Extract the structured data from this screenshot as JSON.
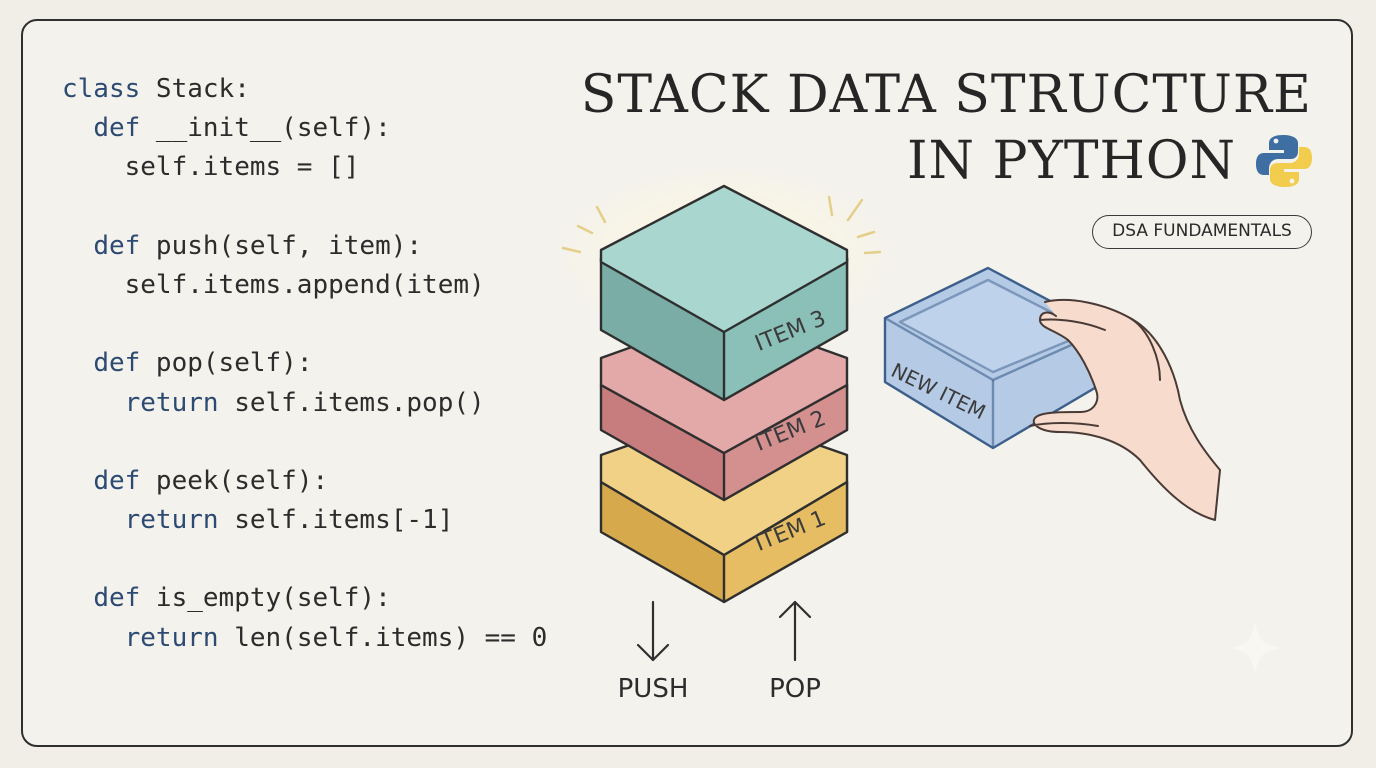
{
  "title": {
    "line1": "STACK DATA STRUCTURE",
    "line2": "IN PYTHON"
  },
  "badge": "DSA FUNDAMENTALS",
  "code": {
    "line1": {
      "kw": "class",
      "rest": " Stack:"
    },
    "line2": {
      "kw": "def",
      "rest": " __init__(self):"
    },
    "line3": {
      "text": "self.items = []"
    },
    "line4": {
      "kw": "def",
      "rest": " push(self, item):"
    },
    "line5": {
      "text": "self.items.append(item)"
    },
    "line6": {
      "kw": "def",
      "rest": " pop(self):"
    },
    "line7": {
      "kw": "return",
      "rest": " self.items.pop()"
    },
    "line8": {
      "kw": "def",
      "rest": " peek(self):"
    },
    "line9": {
      "kw": "return",
      "rest": " self.items[-1]"
    },
    "line10": {
      "kw": "def",
      "rest": " is_empty(self):"
    },
    "line11": {
      "kw": "return",
      "rest": " len(self.items) == 0"
    }
  },
  "stack_items": {
    "item3": "ITEM 3",
    "item2": "ITEM 2",
    "item1": "ITEM 1",
    "new_item": "NEW ITEM"
  },
  "operations": {
    "push": "PUSH",
    "pop": "POP"
  },
  "icons": {
    "logo": "python-logo-icon",
    "push_arrow": "arrow-down-icon",
    "pop_arrow": "arrow-up-icon",
    "hand": "hand-icon",
    "sparkle": "sparkle-icon"
  },
  "colors": {
    "item3": "#a7d3cb",
    "item2": "#dc9c9c",
    "item1": "#ebc56d",
    "new_item": "#a9c3e4",
    "code_keyword": "#2d4a73"
  }
}
